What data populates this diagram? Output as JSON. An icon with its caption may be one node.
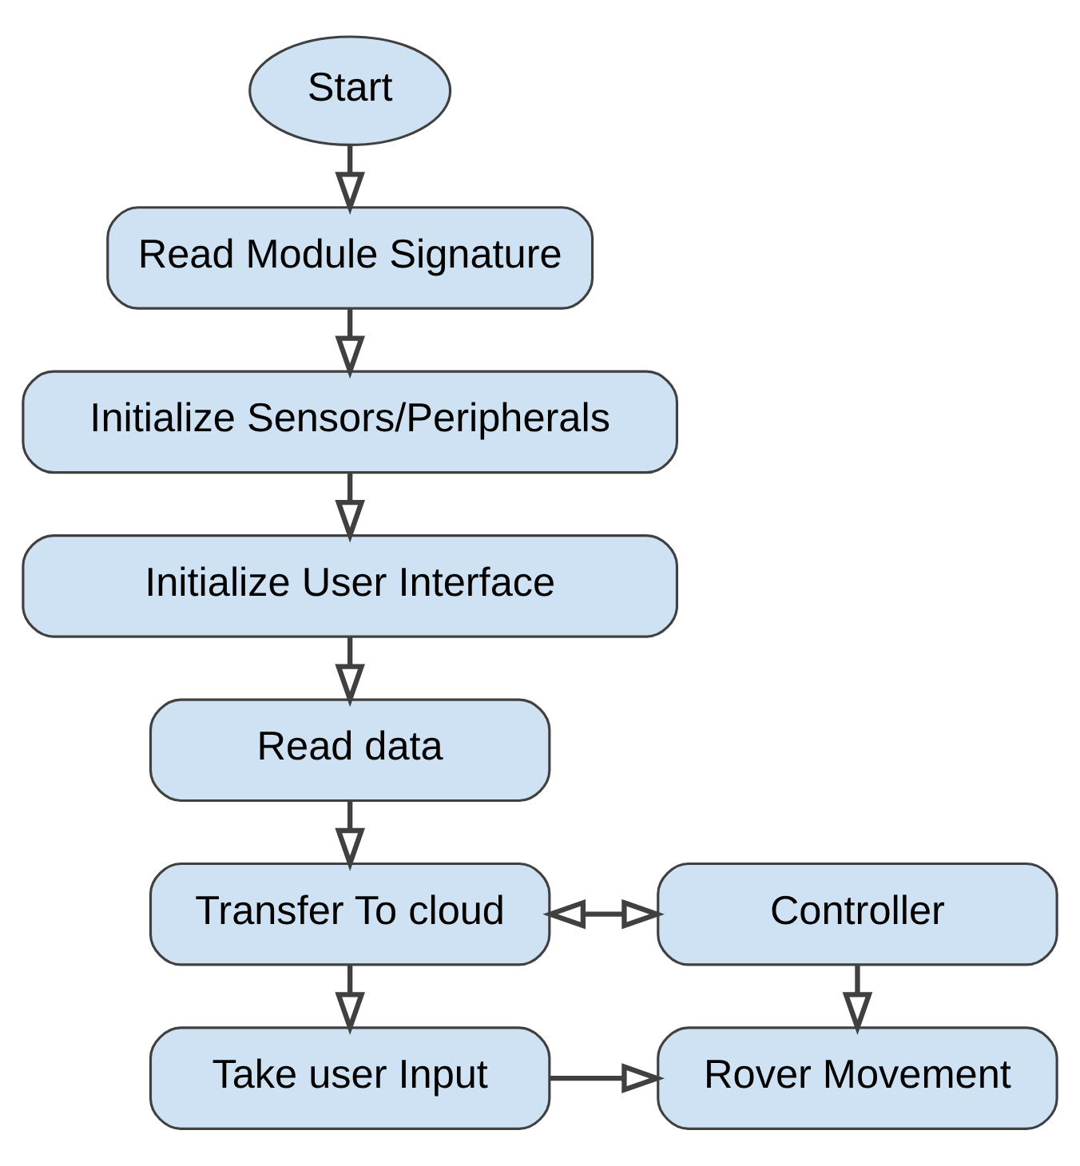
{
  "diagram": {
    "nodes": [
      {
        "text": [
          "Start"
        ]
      },
      {
        "text": [
          "Read Module Signature"
        ]
      },
      {
        "text": [
          "Initialize Sensors/Peripherals"
        ]
      },
      {
        "text": [
          "Initialize User Interface"
        ]
      },
      {
        "text": [
          "Read data"
        ]
      },
      {
        "text": [
          "Transfer To cloud"
        ]
      },
      {
        "text": [
          "Controller"
        ]
      },
      {
        "text": [
          "Take user Input"
        ]
      },
      {
        "text": [
          "Rover Movement"
        ]
      }
    ],
    "edges": [
      {
        "from": 0,
        "to": 1,
        "arrow": "to"
      },
      {
        "from": 1,
        "to": 2,
        "arrow": "to"
      },
      {
        "from": 2,
        "to": 3,
        "arrow": "to"
      },
      {
        "from": 3,
        "to": 4,
        "arrow": "to"
      },
      {
        "from": 4,
        "to": 5,
        "arrow": "to"
      },
      {
        "from": 5,
        "to": 6,
        "arrow": "both"
      },
      {
        "from": 5,
        "to": 7,
        "arrow": "to"
      },
      {
        "from": 6,
        "to": 8,
        "arrow": "to"
      },
      {
        "from": 7,
        "to": 8,
        "arrow": "to"
      }
    ]
  }
}
